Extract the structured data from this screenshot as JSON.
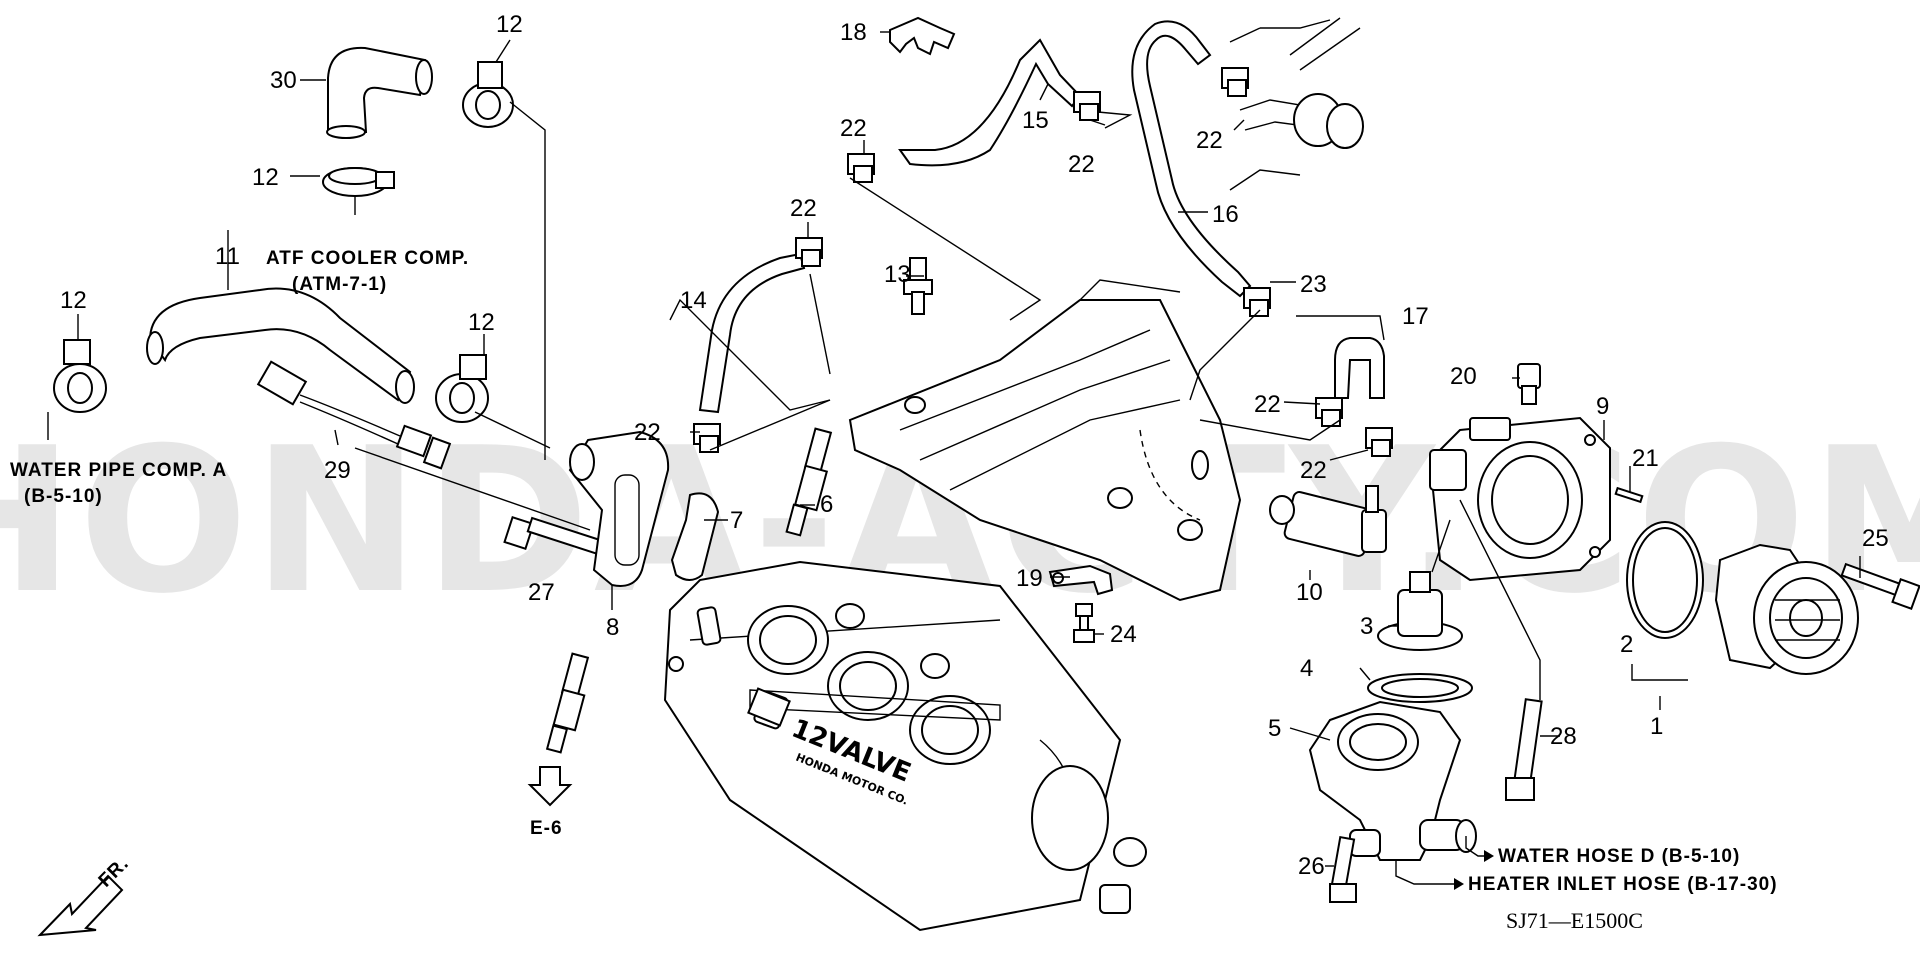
{
  "watermark": "HONDA-ACTY.COM",
  "diagram_code": "SJ71—E1500C",
  "direction_label": "FR.",
  "engine_cover_text": {
    "brand_model": "12VALVE",
    "maker": "HONDA MOTOR CO."
  },
  "part_numbers": [
    "1",
    "2",
    "3",
    "4",
    "5",
    "6",
    "7",
    "8",
    "9",
    "10",
    "11",
    "12",
    "13",
    "14",
    "15",
    "16",
    "17",
    "18",
    "19",
    "20",
    "21",
    "22",
    "23",
    "24",
    "25",
    "26",
    "27",
    "28",
    "29",
    "30"
  ],
  "references": {
    "atf_cooler": "ATF COOLER COMP.",
    "atf_cooler_ref": "(ATM-7-1)",
    "water_pipe": "WATER PIPE COMP. A",
    "water_pipe_ref": "(B-5-10)",
    "water_hose_d": "WATER HOSE D (B-5-10)",
    "heater_inlet": "HEATER INLET HOSE (B-17-30)",
    "section_ref": "E-6"
  }
}
